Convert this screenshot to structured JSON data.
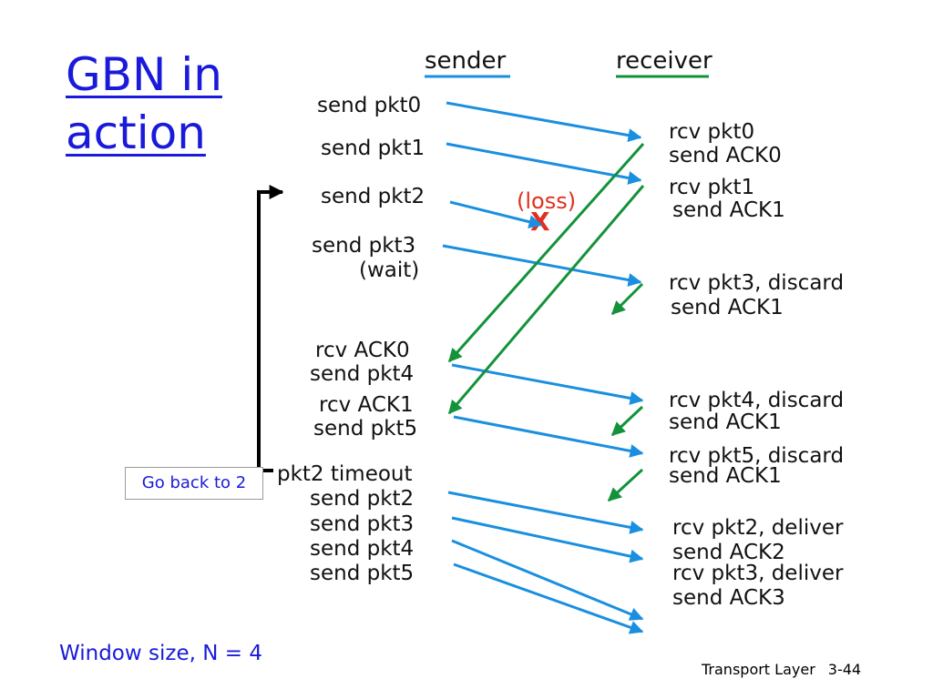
{
  "title_line1": "GBN in",
  "title_line2": "action",
  "headers": {
    "sender": "sender",
    "receiver": "receiver"
  },
  "sender_events": [
    "send pkt0",
    "send pkt1",
    "send pkt2",
    "send pkt3",
    "(wait)",
    "rcv ACK0",
    "send pkt4",
    "rcv ACK1",
    "send pkt5",
    "pkt2 timeout",
    "send pkt2",
    "send pkt3",
    "send pkt4",
    "send pkt5"
  ],
  "receiver_events": [
    "rcv pkt0",
    "send ACK0",
    "rcv pkt1",
    "send ACK1",
    "rcv pkt3, discard",
    "send ACK1",
    "rcv pkt4, discard",
    "send ACK1",
    "rcv pkt5, discard",
    "send ACK1",
    "rcv pkt2, deliver",
    "send ACK2",
    "rcv pkt3, deliver",
    "send ACK3"
  ],
  "loss_label": "(loss)",
  "loss_mark": "X",
  "go_back_label": "Go back to 2",
  "window_label": "Window size, N = 4",
  "footer": {
    "section": "Transport Layer",
    "page": "3-44"
  },
  "colors": {
    "packet_arrow": "#1a8fe0",
    "ack_arrow": "#13923a",
    "loss": "#e03020",
    "title": "#1a1adb"
  }
}
